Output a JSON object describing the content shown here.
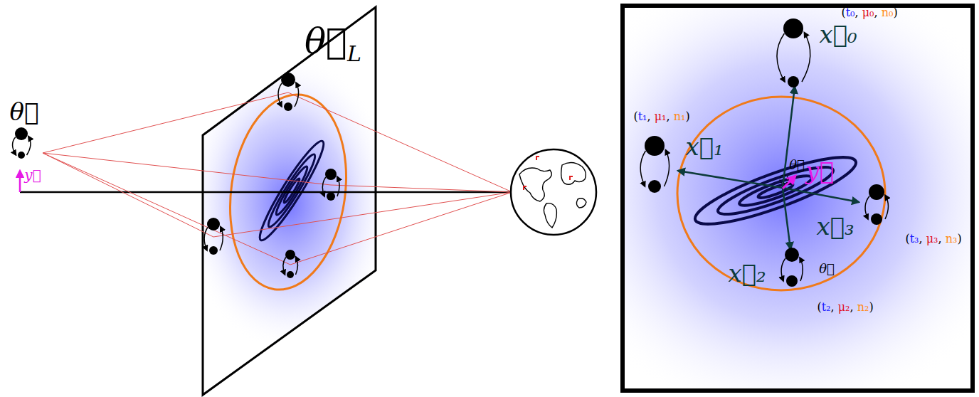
{
  "diagram": {
    "labels": [
      "θ⃗",
      "y⃗",
      "θ⃗L",
      "(t₀, μ₀, n₀)",
      "x⃗₀",
      "(t₁, μ₁, n₁)",
      "x⃗₁",
      "θ⃗",
      "y⃗",
      "x⃗₂",
      "x⃗₃",
      "(t₃, μ₃, n₃)",
      "θ⃗",
      "(t₂, μ₂, n₂)"
    ]
  }
}
